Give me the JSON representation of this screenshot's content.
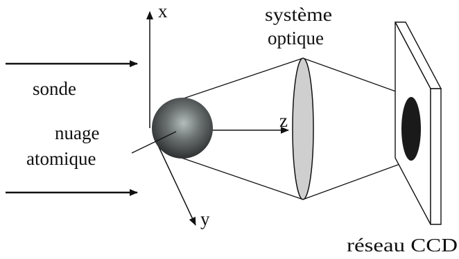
{
  "labels": {
    "sonde": "sonde",
    "nuage_line1": "nuage",
    "nuage_line2": "atomique",
    "systeme_line1": "système",
    "systeme_line2": "optique",
    "reseau": "réseau CCD"
  },
  "axes": {
    "x": "x",
    "y": "y",
    "z": "z"
  },
  "colors": {
    "line": "#111111",
    "lens_fill": "#cfcfcf",
    "ccd_spot": "#1a1a1a",
    "sphere_center": "#a8b0b0",
    "sphere_edge": "#2a2d2d"
  }
}
